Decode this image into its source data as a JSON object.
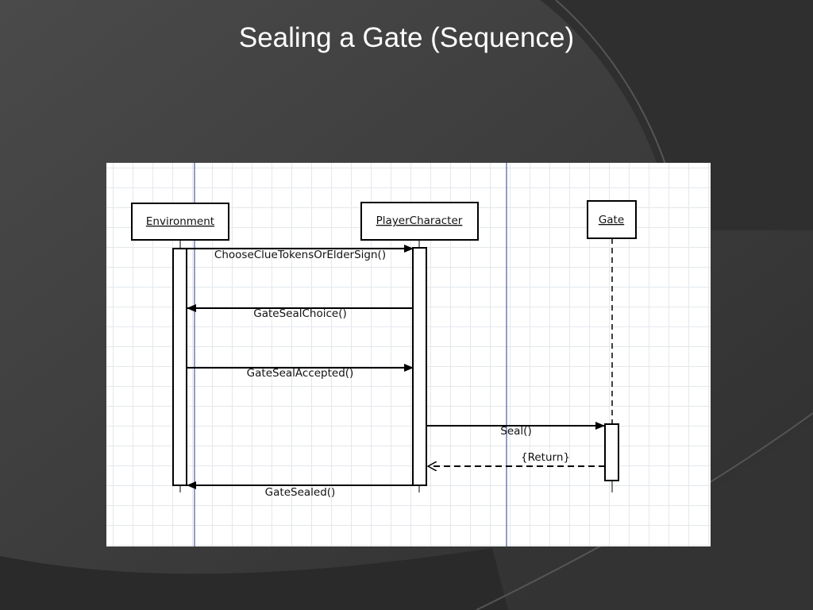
{
  "slide": {
    "title": "Sealing a Gate (Sequence)",
    "colors": {
      "background": "#3a3a3a",
      "title": "#ffffff",
      "guide_line": "#2b3a8f",
      "grid": "#e4e8ec"
    }
  },
  "diagram": {
    "lifelines": [
      {
        "id": "environment",
        "label": "Environment"
      },
      {
        "id": "player",
        "label": "PlayerCharacter"
      },
      {
        "id": "gate",
        "label": "Gate"
      }
    ],
    "messages": [
      {
        "label": "ChooseClueTokensOrElderSign()",
        "from": "environment",
        "to": "player",
        "kind": "sync"
      },
      {
        "label": "GateSealChoice()",
        "from": "player",
        "to": "environment",
        "kind": "sync"
      },
      {
        "label": "GateSealAccepted()",
        "from": "environment",
        "to": "player",
        "kind": "sync"
      },
      {
        "label": "Seal()",
        "from": "player",
        "to": "gate",
        "kind": "sync"
      },
      {
        "label": "{Return}",
        "from": "gate",
        "to": "player",
        "kind": "return"
      },
      {
        "label": "GateSealed()",
        "from": "player",
        "to": "environment",
        "kind": "sync"
      }
    ]
  }
}
